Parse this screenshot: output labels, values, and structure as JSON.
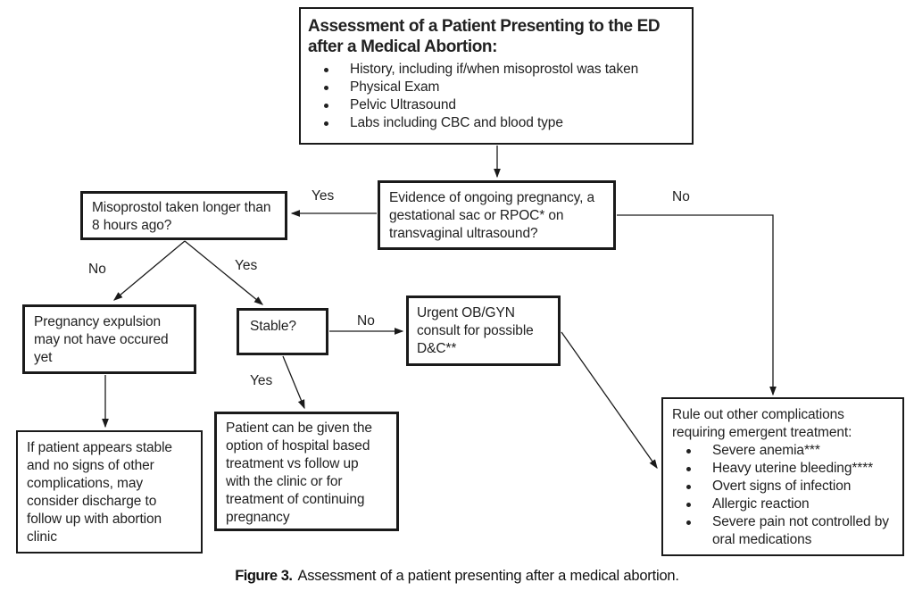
{
  "page": {
    "background_color": "#ffffff",
    "line_color": "#1a1a1a",
    "text_color": "#212121"
  },
  "flowchart": {
    "nodes": {
      "assessment": {
        "title_lines": [
          "Assessment of a Patient Presenting to the ED",
          "after a Medical Abortion:"
        ],
        "bullets": [
          "History, including if/when misoprostol was taken",
          "Physical Exam",
          "Pelvic Ultrasound",
          "Labs including CBC and blood type"
        ]
      },
      "evidence": {
        "lines": [
          "Evidence of ongoing pregnancy, a",
          "gestational sac or RPOC* on",
          "transvaginal ultrasound?"
        ]
      },
      "misoprostol": {
        "lines": [
          "Misoprostol taken longer than",
          "8 hours ago?"
        ]
      },
      "expulsion": {
        "lines": [
          "Pregnancy expulsion",
          "may not have occured",
          "yet"
        ]
      },
      "stable": {
        "lines": [
          "Stable?"
        ]
      },
      "urgent": {
        "lines": [
          "Urgent OB/GYN",
          "consult for possible",
          "D&C**"
        ]
      },
      "discharge": {
        "lines": [
          "If patient appears stable",
          "and no signs of other",
          "complications, may",
          "consider discharge to",
          "follow up with abortion",
          "clinic"
        ]
      },
      "options": {
        "lines": [
          "Patient can be given the",
          "option of hospital based",
          "treatment vs  follow up",
          "with the clinic or for",
          "treatment of continuing",
          "pregnancy"
        ]
      },
      "rule_out": {
        "intro_lines": [
          "Rule out other complications",
          "requiring emergent treatment:"
        ],
        "bullets": [
          "Severe anemia***",
          "Heavy uterine bleeding****",
          "Overt signs of infection",
          "Allergic reaction",
          "Severe pain not controlled by oral medications"
        ]
      }
    },
    "edge_labels": {
      "evidence_to_misoprostol": "Yes",
      "evidence_to_ruleout": "No",
      "misoprostol_to_expulsion": "No",
      "misoprostol_to_stable": "Yes",
      "stable_to_urgent": "No",
      "stable_to_options": "Yes"
    }
  },
  "caption": {
    "label": "Figure 3.",
    "text": "Assessment of a patient presenting after a medical abortion."
  }
}
